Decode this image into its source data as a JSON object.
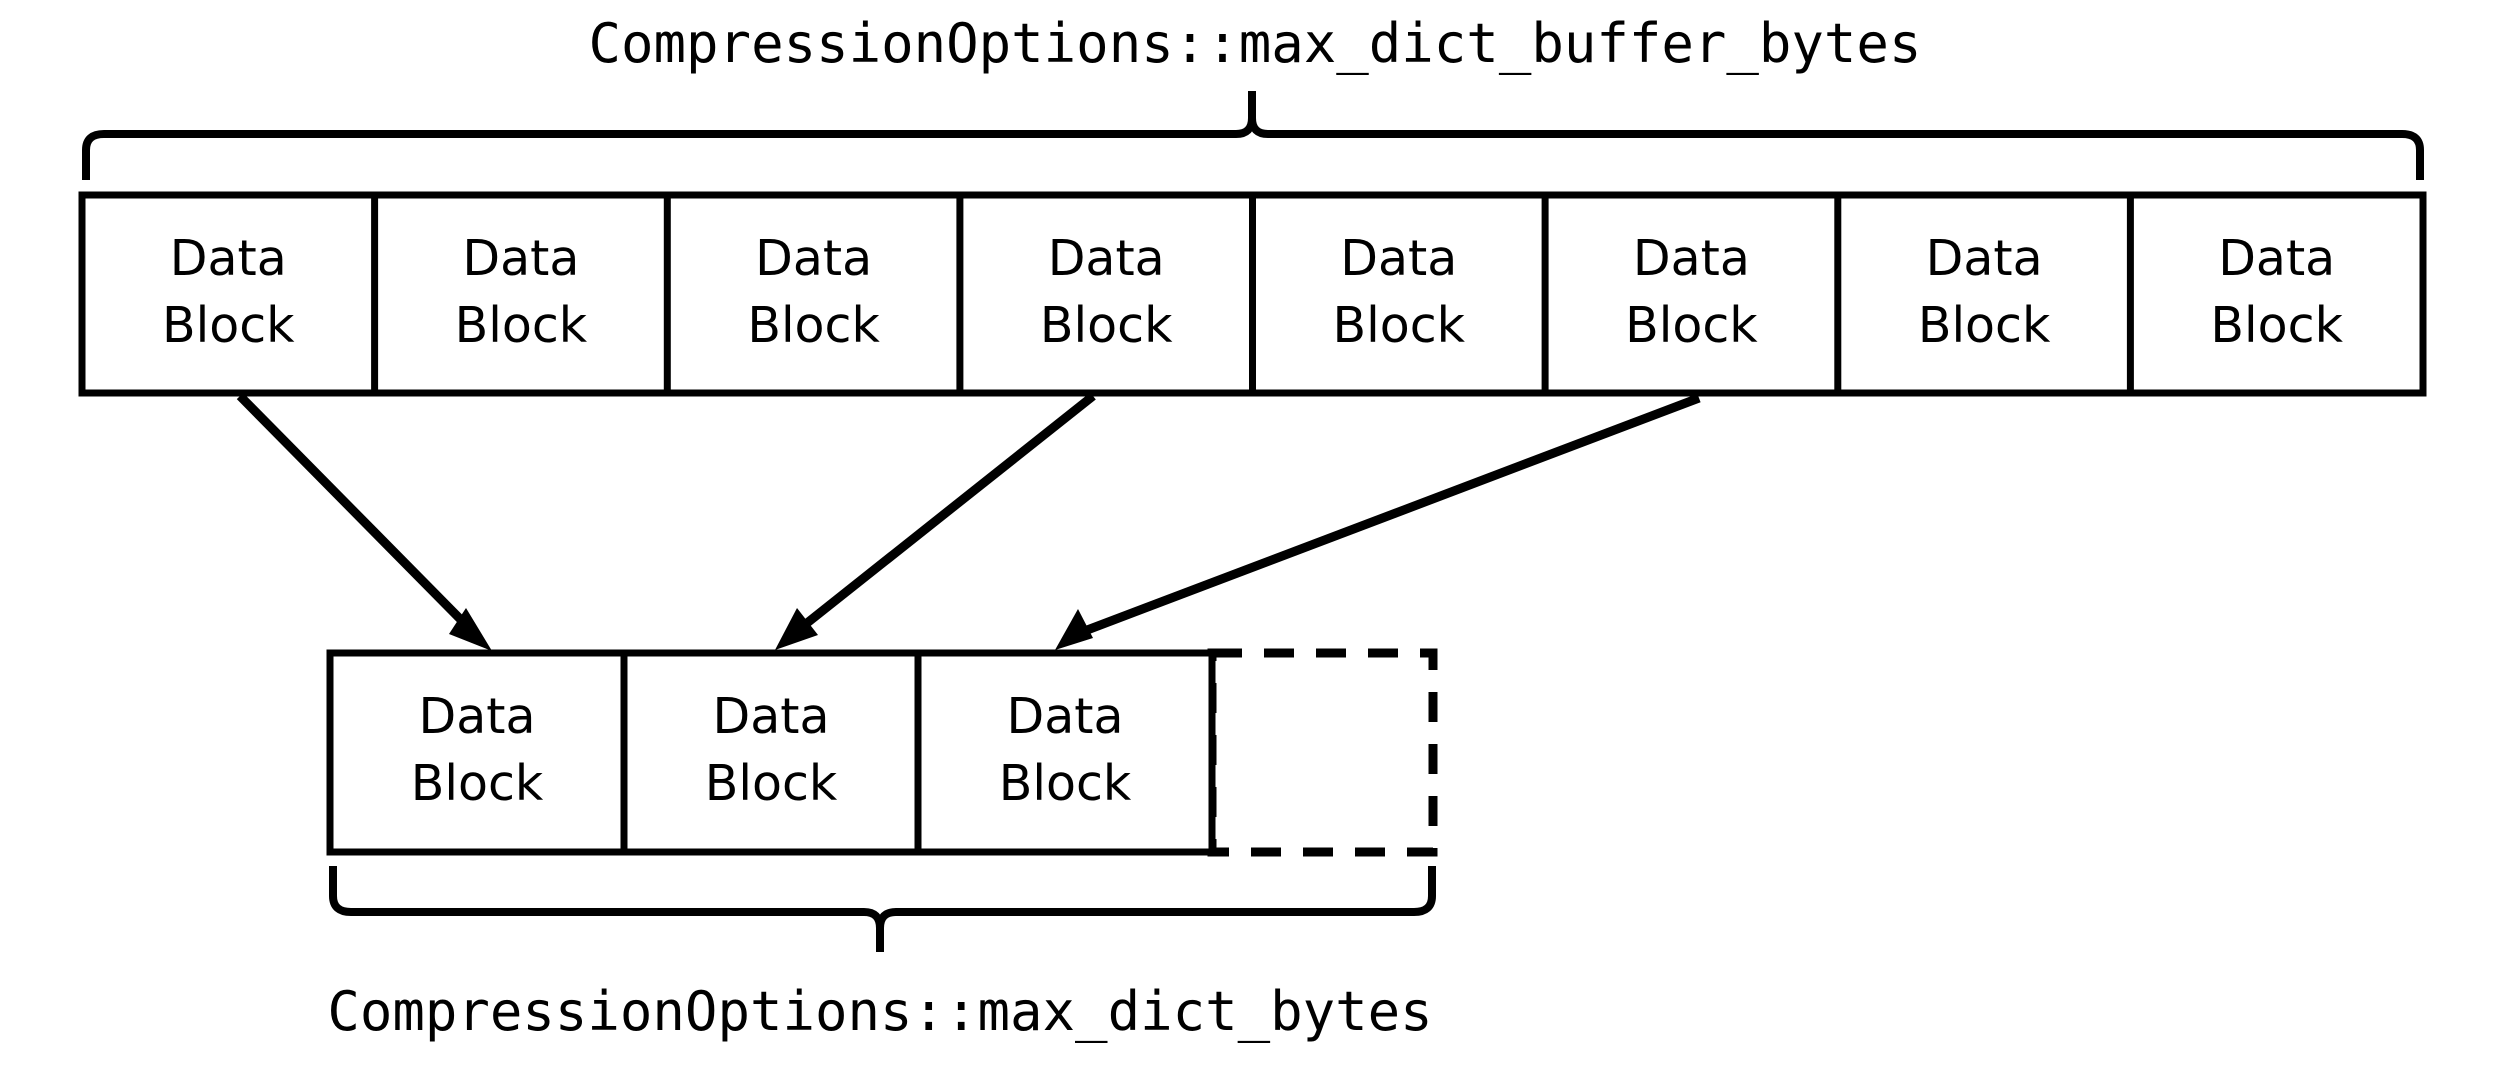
{
  "figure": {
    "title_top": "CompressionOptions::max_dict_buffer_bytes",
    "title_bottom": "CompressionOptions::max_dict_bytes",
    "stroke_color": "#000000",
    "background_color": "#ffffff"
  },
  "top_row": {
    "label": "Data Block",
    "count": 8,
    "blocks": [
      {
        "line1": "Data",
        "line2": "Block"
      },
      {
        "line1": "Data",
        "line2": "Block"
      },
      {
        "line1": "Data",
        "line2": "Block"
      },
      {
        "line1": "Data",
        "line2": "Block"
      },
      {
        "line1": "Data",
        "line2": "Block"
      },
      {
        "line1": "Data",
        "line2": "Block"
      },
      {
        "line1": "Data",
        "line2": "Block"
      },
      {
        "line1": "Data",
        "line2": "Block"
      }
    ]
  },
  "bottom_row": {
    "label": "Data Block",
    "filled_count": 3,
    "empty_count": 1,
    "blocks": [
      {
        "line1": "Data",
        "line2": "Block",
        "style": "solid"
      },
      {
        "line1": "Data",
        "line2": "Block",
        "style": "solid"
      },
      {
        "line1": "Data",
        "line2": "Block",
        "style": "solid"
      },
      {
        "line1": "",
        "line2": "",
        "style": "dashed"
      }
    ]
  },
  "arrows": [
    {
      "from_block": 1,
      "to_block": 1
    },
    {
      "from_block": 4,
      "to_block": 2
    },
    {
      "from_block": 6,
      "to_block": 3
    }
  ]
}
